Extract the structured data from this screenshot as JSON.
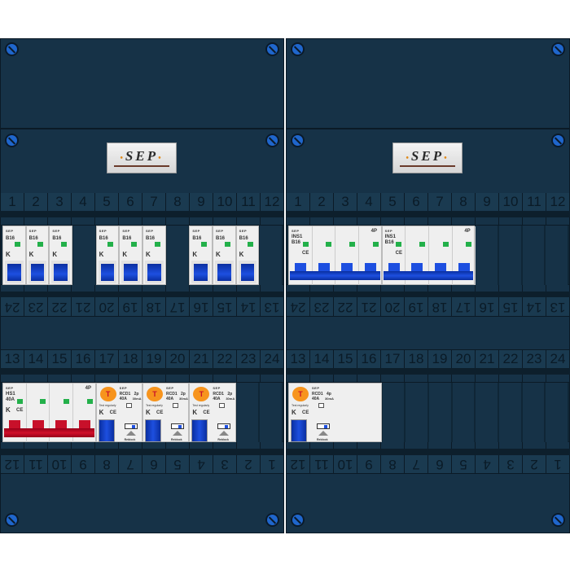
{
  "panels": [
    {
      "id": "left",
      "logo": "SEP",
      "strip1_top": [
        "1",
        "2",
        "3",
        "4",
        "5",
        "6",
        "7",
        "8",
        "9",
        "10",
        "11",
        "12"
      ],
      "strip1_bottom": [
        "24",
        "23",
        "22",
        "21",
        "20",
        "19",
        "18",
        "17",
        "16",
        "15",
        "14",
        "13"
      ],
      "strip2_top": [
        "13",
        "14",
        "15",
        "16",
        "17",
        "18",
        "19",
        "20",
        "21",
        "22",
        "23",
        "24"
      ],
      "strip2_bottom": [
        "12",
        "11",
        "10",
        "9",
        "8",
        "7",
        "6",
        "5",
        "4",
        "3",
        "2",
        "1"
      ],
      "row1": [
        {
          "type": "mcb",
          "start": 0,
          "span": 1,
          "brand": "SEP",
          "label": "B16",
          "mark": "K"
        },
        {
          "type": "mcb",
          "start": 1,
          "span": 1,
          "brand": "SEP",
          "label": "B16",
          "mark": "K"
        },
        {
          "type": "mcb",
          "start": 2,
          "span": 1,
          "brand": "SEP",
          "label": "B16",
          "mark": "K"
        },
        {
          "type": "mcb",
          "start": 4,
          "span": 1,
          "brand": "SEP",
          "label": "B16",
          "mark": "K"
        },
        {
          "type": "mcb",
          "start": 5,
          "span": 1,
          "brand": "SEP",
          "label": "B16",
          "mark": "K"
        },
        {
          "type": "mcb",
          "start": 6,
          "span": 1,
          "brand": "SEP",
          "label": "B16",
          "mark": "K"
        },
        {
          "type": "mcb",
          "start": 8,
          "span": 1,
          "brand": "SEP",
          "label": "B16",
          "mark": "K"
        },
        {
          "type": "mcb",
          "start": 9,
          "span": 1,
          "brand": "SEP",
          "label": "B16",
          "mark": "K"
        },
        {
          "type": "mcb",
          "start": 10,
          "span": 1,
          "brand": "SEP",
          "label": "B16",
          "mark": "K"
        }
      ],
      "row2": [
        {
          "type": "main",
          "start": 0,
          "span": 4,
          "brand": "SEP",
          "label": "HS1",
          "rating": "40A",
          "poles": "4P",
          "mark": "K",
          "cert": "CE"
        },
        {
          "type": "rcd",
          "start": 4,
          "span": 2,
          "brand": "SEP",
          "button": "T",
          "label": "RCD1",
          "rating": "40A",
          "poles": "2p",
          "sens": "30mA",
          "test": "Test regularly",
          "mark": "K",
          "cert": "CE",
          "reset": "Reblock"
        },
        {
          "type": "rcd",
          "start": 6,
          "span": 2,
          "brand": "SEP",
          "button": "T",
          "label": "RCD1",
          "rating": "40A",
          "poles": "2p",
          "sens": "30mA",
          "test": "Test regularly",
          "mark": "K",
          "cert": "CE",
          "reset": "Reblock"
        },
        {
          "type": "rcd",
          "start": 8,
          "span": 2,
          "brand": "SEP",
          "button": "T",
          "label": "RCD1",
          "rating": "40A",
          "poles": "2p",
          "sens": "30mA",
          "test": "Test regularly",
          "mark": "K",
          "cert": "CE",
          "reset": "Reblock"
        }
      ]
    },
    {
      "id": "right",
      "logo": "SEP",
      "strip1_top": [
        "1",
        "2",
        "3",
        "4",
        "5",
        "6",
        "7",
        "8",
        "9",
        "10",
        "11",
        "12"
      ],
      "strip1_bottom": [
        "24",
        "23",
        "22",
        "21",
        "20",
        "19",
        "18",
        "17",
        "16",
        "15",
        "14",
        "13"
      ],
      "strip2_top": [
        "13",
        "14",
        "15",
        "16",
        "17",
        "18",
        "19",
        "20",
        "21",
        "22",
        "23",
        "24"
      ],
      "strip2_bottom": [
        "12",
        "11",
        "10",
        "9",
        "8",
        "7",
        "6",
        "5",
        "4",
        "3",
        "2",
        "1"
      ],
      "row1": [
        {
          "type": "iso",
          "start": 0,
          "span": 4,
          "brand": "SEP",
          "label": "INS1",
          "rating": "B16",
          "poles": "4P",
          "cert": "CE"
        },
        {
          "type": "iso",
          "start": 4,
          "span": 4,
          "brand": "SEP",
          "label": "INS1",
          "rating": "B16",
          "poles": "4P",
          "cert": "CE"
        }
      ],
      "row2": [
        {
          "type": "rcd",
          "start": 0,
          "span": 4,
          "brand": "SEP",
          "button": "T",
          "label": "RCD1",
          "rating": "40A",
          "poles": "4p",
          "sens": "30mA",
          "test": "Test regularly",
          "mark": "K",
          "cert": "CE",
          "reset": "Reblock"
        }
      ]
    }
  ]
}
